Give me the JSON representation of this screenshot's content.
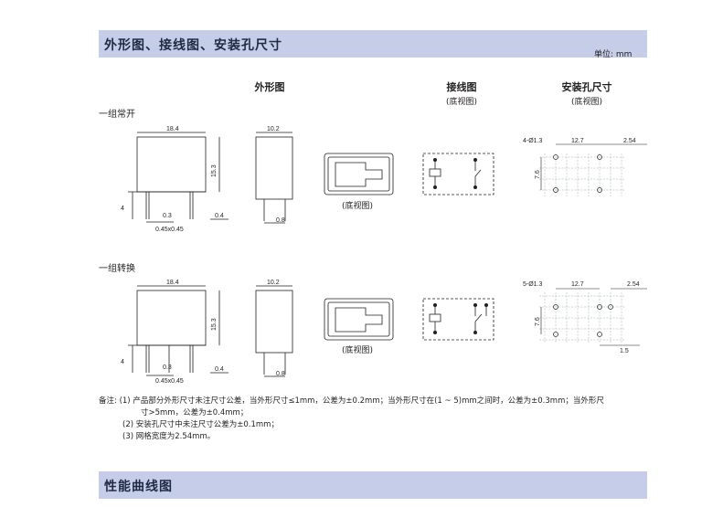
{
  "section1": {
    "title": "外形图、接线图、安装孔尺寸",
    "unit": "单位: mm"
  },
  "columns": {
    "outline": "外形图",
    "wiring": "接线图",
    "wiring_sub": "(底视图)",
    "mounting": "安装孔尺寸",
    "mounting_sub": "(底视图)"
  },
  "groups": [
    {
      "name": "一组常开",
      "bottom_view_label": "(底视图)",
      "dims": {
        "length": "18.4",
        "height": "15.3",
        "width": "10.2",
        "pin_len": "4",
        "pin_w": "0.3",
        "pin_t": "0.4",
        "pin_pitch": "0.45x0.45",
        "pin_d": "0.8"
      },
      "holes": {
        "spec": "4-Ø1.3",
        "pitch1": "12.7",
        "pitch2": "2.54",
        "vert": "7.6"
      }
    },
    {
      "name": "一组转换",
      "bottom_view_label": "(底视图)",
      "dims": {
        "length": "18.4",
        "height": "15.3",
        "width": "10.2",
        "pin_len": "4",
        "pin_w": "0.3",
        "pin_t": "0.4",
        "pin_pitch": "0.45x0.45",
        "pin_d": "0.8"
      },
      "holes": {
        "spec": "5-Ø1.3",
        "pitch1": "12.7",
        "pitch2": "2.54",
        "vert": "7.6",
        "offset": "1.5"
      }
    }
  ],
  "notes": {
    "prefix": "备注:",
    "n1_line1": "(1)  产品部分外形尺寸未注尺寸公差，当外形尺寸≤1mm，公差为±0.2mm；当外形尺寸在(1 ~ 5)mm之间时，公差为±0.3mm；当外形尺",
    "n1_line2": "寸>5mm，公差为±0.4mm；",
    "n2": "(2)  安装孔尺寸中未注尺寸公差为±0.1mm；",
    "n3": "(3)  网格宽度为2.54mm。"
  },
  "section2": {
    "title": "性能曲线图"
  }
}
